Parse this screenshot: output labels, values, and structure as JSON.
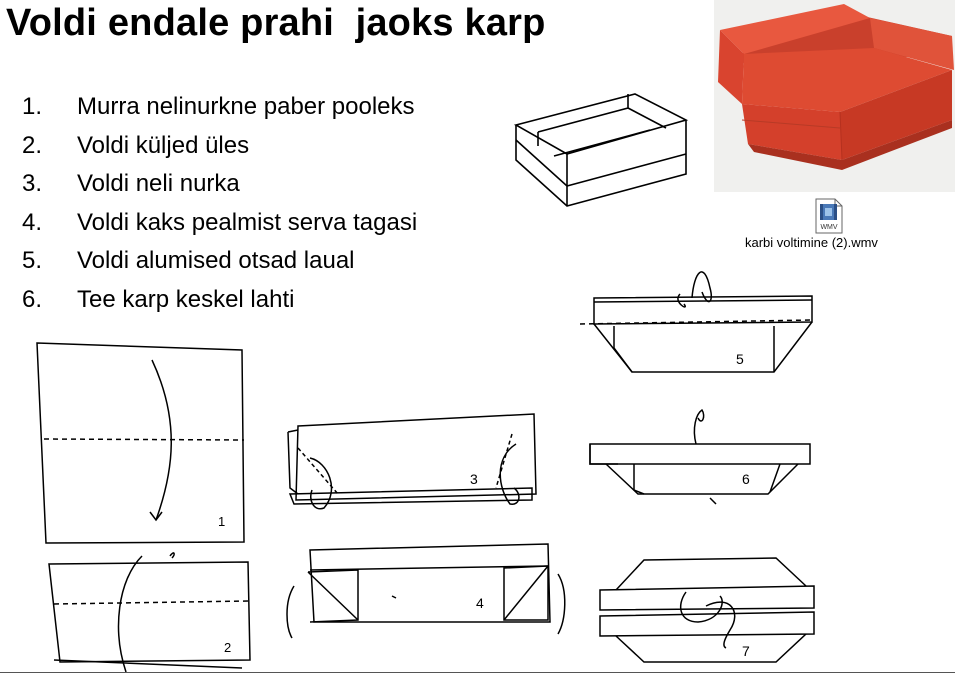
{
  "title": "Voldi endale prahi  jaoks karp",
  "steps": [
    {
      "num": "1.",
      "text": "Murra nelinurkne paber pooleks"
    },
    {
      "num": "2.",
      "text": "Voldi küljed üles"
    },
    {
      "num": "3.",
      "text": "Voldi neli nurka"
    },
    {
      "num": "4.",
      "text": "Voldi kaks pealmist serva tagasi"
    },
    {
      "num": "5.",
      "text": "Voldi alumised otsad laual"
    },
    {
      "num": "6.",
      "text": "Tee karp keskel lahti"
    }
  ],
  "media": {
    "file_name": "karbi voltimine (2).wmv",
    "icon": "video-file-icon",
    "icon_label": "WMV"
  },
  "diagram_labels": {
    "d1": "1",
    "d2": "2",
    "d3": "3",
    "d4": "4",
    "d5": "5",
    "d6": "6",
    "d7": "7"
  },
  "colors": {
    "box": "#d9442f",
    "box_dark": "#b5311f",
    "box_light": "#e86a4e",
    "photo_bg": "#f0f0ee"
  }
}
